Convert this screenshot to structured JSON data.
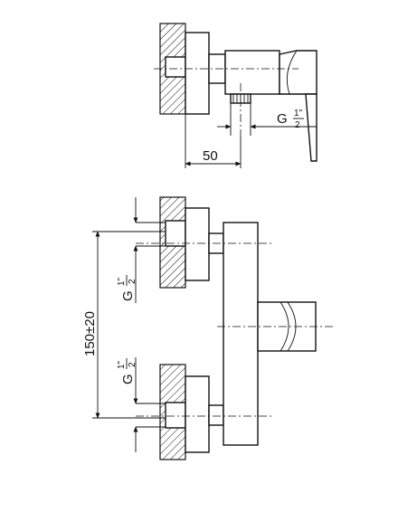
{
  "top_view": {
    "dimension_label": "50",
    "thread_prefix": "G",
    "thread_numerator": "1\"",
    "thread_denominator": "2"
  },
  "front_view": {
    "spacing_label": "150±20",
    "upper_thread_prefix": "G",
    "upper_thread_numerator": "1\"",
    "upper_thread_denominator": "2",
    "lower_thread_prefix": "G",
    "lower_thread_numerator": "1\"",
    "lower_thread_denominator": "2"
  }
}
